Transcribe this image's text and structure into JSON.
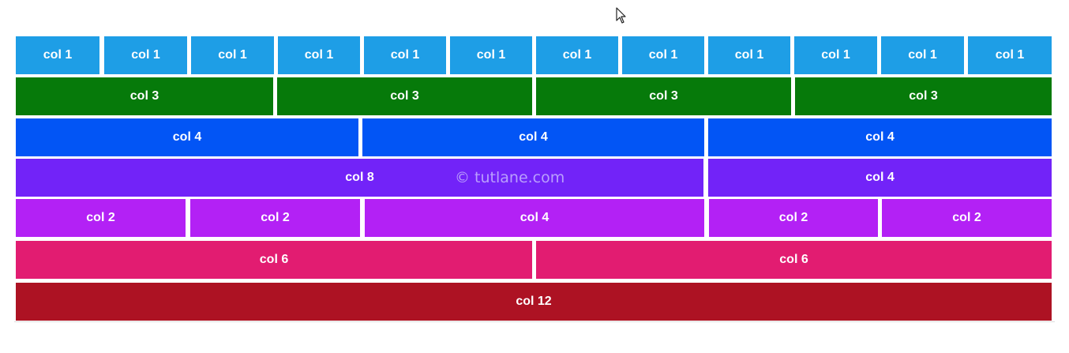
{
  "watermark": "© tutlane.com",
  "colors": {
    "col1": "#1e9ee6",
    "col3": "#067a0a",
    "col4_blue": "#0255f5",
    "col_purple": "#7223f8",
    "col_violet": "#b321f5",
    "col6": "#e21c71",
    "col12": "#ad1223"
  },
  "rows": [
    {
      "name": "row-col-1",
      "color_key": "col1",
      "cells": [
        "col 1",
        "col 1",
        "col 1",
        "col 1",
        "col 1",
        "col 1",
        "col 1",
        "col 1",
        "col 1",
        "col 1",
        "col 1",
        "col 1"
      ]
    },
    {
      "name": "row-col-3",
      "color_key": "col3",
      "cells": [
        "col 3",
        "col 3",
        "col 3",
        "col 3"
      ]
    },
    {
      "name": "row-col-4",
      "color_key": "col4_blue",
      "cells": [
        "col 4",
        "col 4",
        "col 4"
      ]
    },
    {
      "name": "row-col-8-4",
      "color_key": "col_purple",
      "cells": [
        "col 8",
        "col 4"
      ]
    },
    {
      "name": "row-col-2-2-4-2-2",
      "color_key": "col_violet",
      "cells": [
        "col 2",
        "col 2",
        "col 4",
        "col 2",
        "col 2"
      ]
    },
    {
      "name": "row-col-6",
      "color_key": "col6",
      "cells": [
        "col 6",
        "col 6"
      ]
    },
    {
      "name": "row-col-12",
      "color_key": "col12",
      "cells": [
        "col 12"
      ]
    }
  ]
}
